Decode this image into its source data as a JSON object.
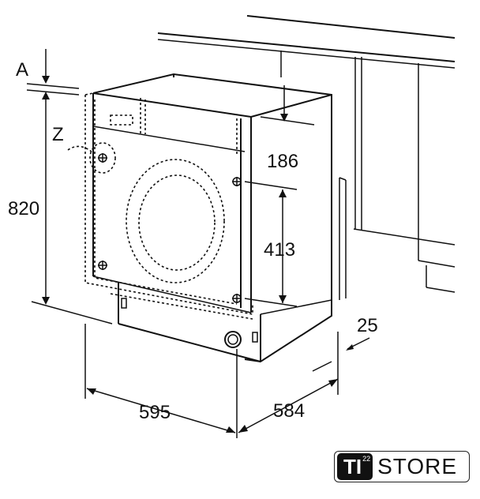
{
  "labels": {
    "a": "A",
    "z": "Z",
    "height": "820",
    "panel_height": "186",
    "door_height": "413",
    "width": "595",
    "depth": "584",
    "recess": "25"
  },
  "logo": {
    "brand": "TI",
    "superscript": "22",
    "name": "STORE"
  }
}
